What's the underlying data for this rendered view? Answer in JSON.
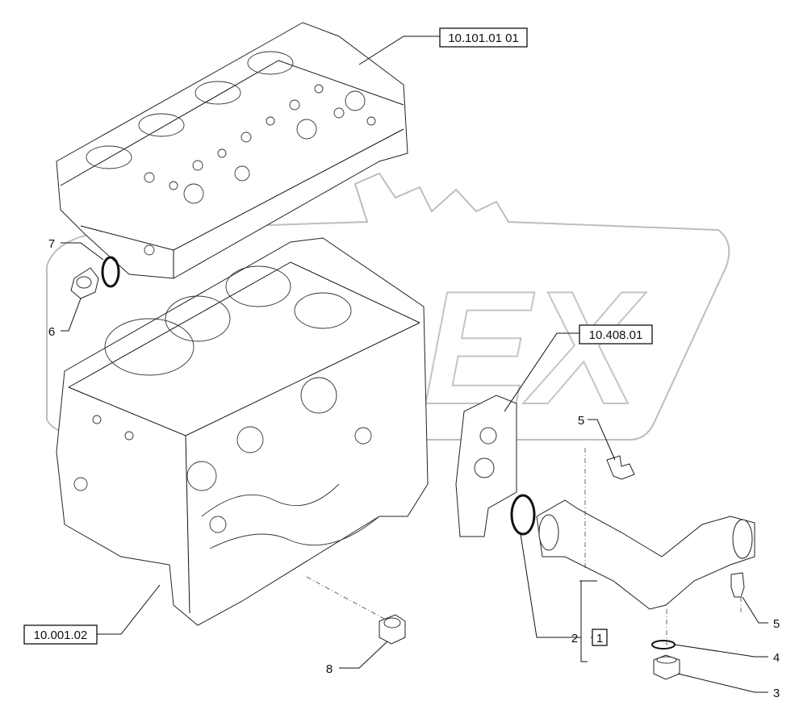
{
  "watermark": {
    "text": "OPEX",
    "color": "#bdbdbd"
  },
  "refs": {
    "cylinder_head": "10.101.01 01",
    "cover": "10.408.01",
    "block": "10.001.02"
  },
  "callouts": {
    "c1": "1",
    "c2": "2",
    "c3": "3",
    "c4": "4",
    "c5a": "5",
    "c5b": "5",
    "c6": "6",
    "c7": "7",
    "c8": "8"
  }
}
